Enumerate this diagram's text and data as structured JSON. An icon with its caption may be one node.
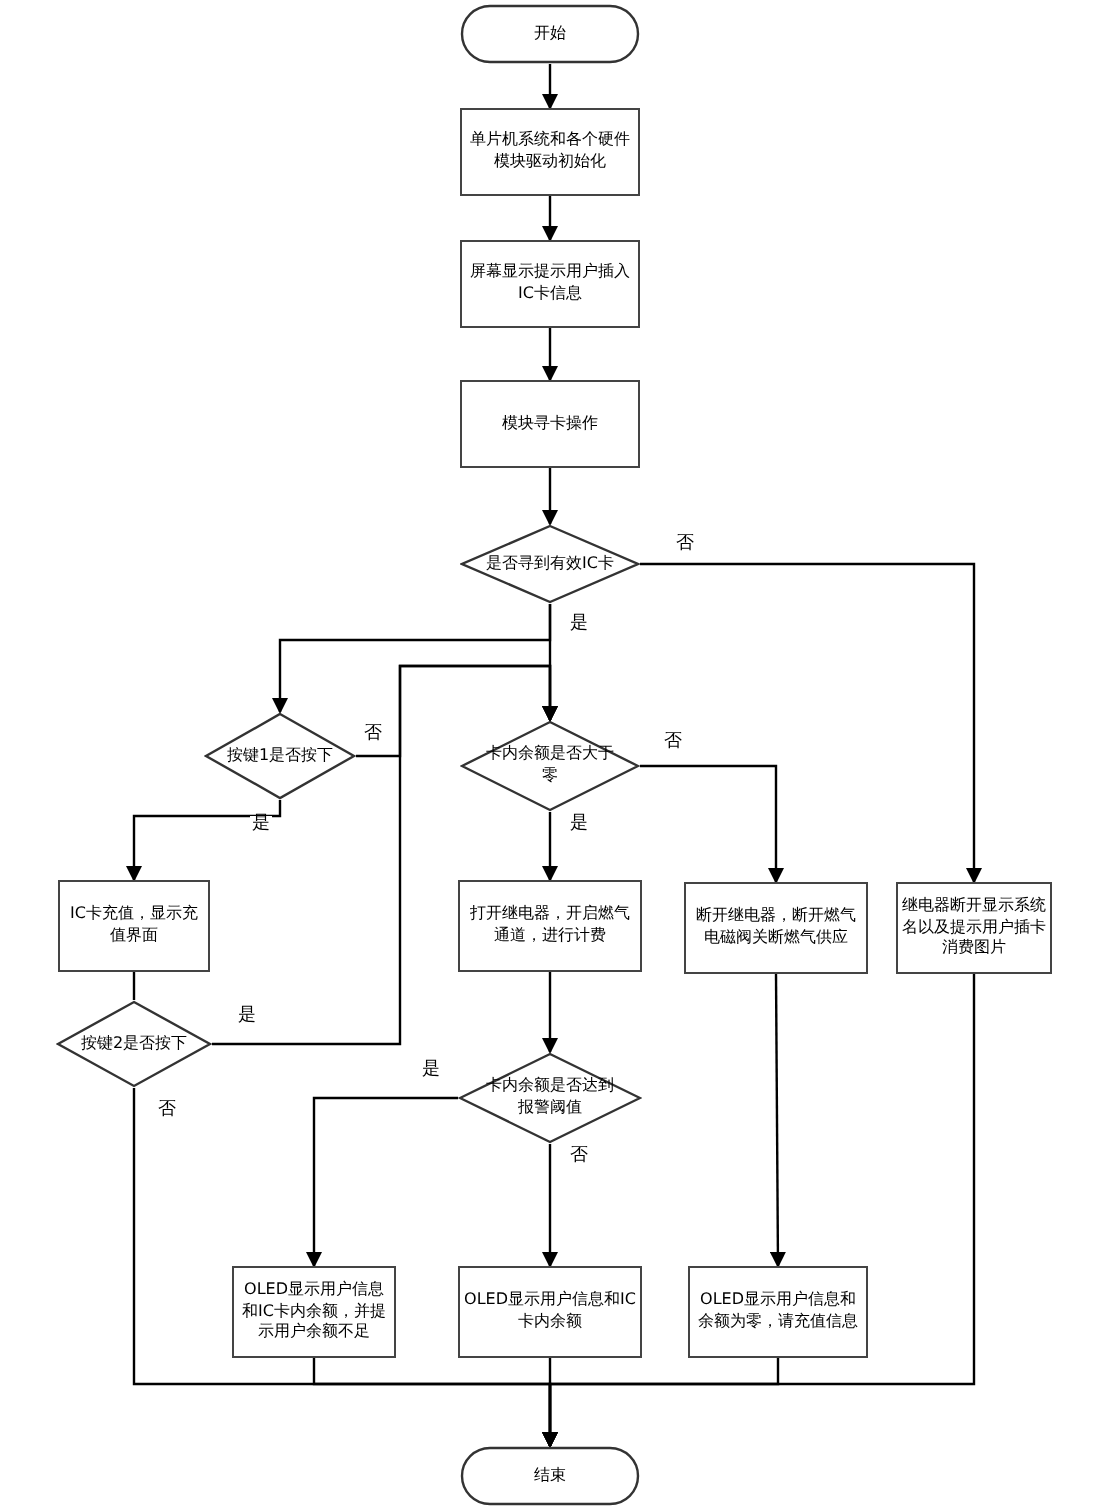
{
  "diagram": {
    "nodes": [
      {
        "text": [
          "开始"
        ]
      },
      {
        "text": [
          "单片机系统和各个硬件模块驱动初始化"
        ]
      },
      {
        "text": [
          "屏幕显示提示用户插入IC卡信息"
        ]
      },
      {
        "text": [
          "模块寻卡操作"
        ]
      },
      {
        "text": [
          "是否寻到有效IC卡"
        ]
      },
      {
        "text": [
          "按键1是否按下"
        ]
      },
      {
        "text": [
          "卡内余额是否大于零"
        ]
      },
      {
        "text": [
          "IC卡充值，显示充值界面"
        ]
      },
      {
        "text": [
          "打开继电器，开启燃气通道，进行计费"
        ]
      },
      {
        "text": [
          "断开继电器，断开燃气电磁阀关断燃气供应"
        ]
      },
      {
        "text": [
          "继电器断开显示系统名以及提示用户插卡消费图片"
        ]
      },
      {
        "text": [
          "按键2是否按下"
        ]
      },
      {
        "text": [
          "卡内余额是否达到报警阈值"
        ]
      },
      {
        "text": [
          "OLED显示用户信息和IC卡内余额，并提示用户余额不足"
        ]
      },
      {
        "text": [
          "OLED显示用户信息和IC卡内余额"
        ]
      },
      {
        "text": [
          "OLED显示用户信息和余额为零，请充值信息"
        ]
      },
      {
        "text": [
          "结束"
        ]
      }
    ],
    "edges": [
      {
        "from": 0,
        "to": 1,
        "arrow": "to"
      },
      {
        "from": 1,
        "to": 2,
        "arrow": "to"
      },
      {
        "from": 2,
        "to": 3,
        "arrow": "to"
      },
      {
        "from": 3,
        "to": 4,
        "arrow": "to"
      },
      {
        "from": 4,
        "to": 10,
        "arrow": "to",
        "label": "否"
      },
      {
        "from": 4,
        "to": 6,
        "arrow": "to",
        "label": "是"
      },
      {
        "from": 4,
        "to": 5,
        "arrow": "to"
      },
      {
        "from": 5,
        "to": 6,
        "arrow": "to",
        "label": "否"
      },
      {
        "from": 5,
        "to": 7,
        "arrow": "to",
        "label": "是"
      },
      {
        "from": 7,
        "to": 11,
        "arrow": "none"
      },
      {
        "from": 11,
        "to": 6,
        "arrow": "to",
        "label": "是"
      },
      {
        "from": 6,
        "to": 8,
        "arrow": "to",
        "label": "是"
      },
      {
        "from": 6,
        "to": 9,
        "arrow": "to",
        "label": "否"
      },
      {
        "from": 8,
        "to": 12,
        "arrow": "to"
      },
      {
        "from": 12,
        "to": 13,
        "arrow": "to",
        "label": "是"
      },
      {
        "from": 12,
        "to": 14,
        "arrow": "to",
        "label": "否"
      },
      {
        "from": 9,
        "to": 15,
        "arrow": "to"
      },
      {
        "from": 10,
        "to": 16,
        "arrow": "to"
      },
      {
        "from": 15,
        "to": 16,
        "arrow": "to"
      },
      {
        "from": 14,
        "to": 16,
        "arrow": "to"
      },
      {
        "from": 13,
        "to": 16,
        "arrow": "to"
      },
      {
        "from": 11,
        "to": 16,
        "arrow": "to",
        "label": "否"
      }
    ]
  }
}
